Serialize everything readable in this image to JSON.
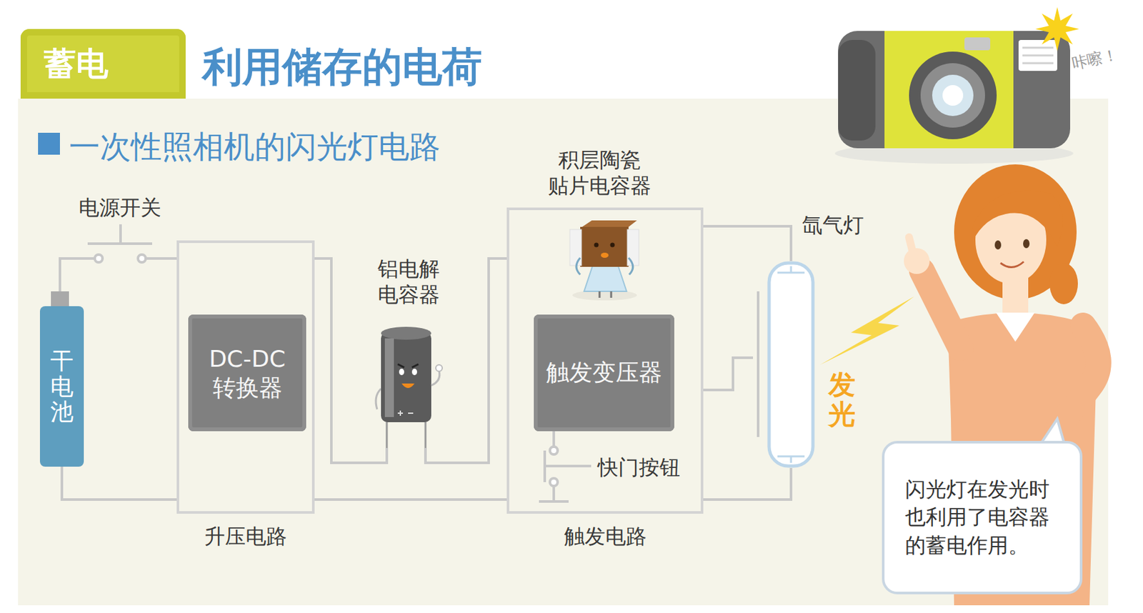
{
  "diagram": {
    "title": "利用储存的电荷",
    "nodes": [
      {
        "text": [
          "蓄电"
        ]
      },
      {
        "text": [
          "干电池"
        ]
      },
      {
        "text": [
          "升压电路"
        ]
      },
      {
        "text": [
          "DC-DC 转换器"
        ],
        "in": 2
      },
      {
        "text": [
          "铝电解 电容器"
        ]
      },
      {
        "text": [
          "触发电路"
        ]
      },
      {
        "text": [
          "触发变压器"
        ],
        "in": 5
      },
      {
        "text": [
          "氙气灯"
        ]
      },
      {
        "text": [
          "闪光灯在发光时 也利用了电容器 的蓄电作用。"
        ]
      }
    ],
    "edges": [
      {
        "from": 1,
        "to": 2,
        "arrow": "none"
      },
      {
        "from": 2,
        "to": 4,
        "arrow": "none"
      },
      {
        "from": 4,
        "to": 5,
        "arrow": "none"
      },
      {
        "from": 5,
        "to": 7,
        "arrow": "none"
      }
    ],
    "labels": [
      "一次性照相机的闪光灯电路",
      "电源开关",
      "积层陶瓷 贴片电容器",
      "快门按钮",
      "发光",
      "咔嚓！"
    ]
  }
}
